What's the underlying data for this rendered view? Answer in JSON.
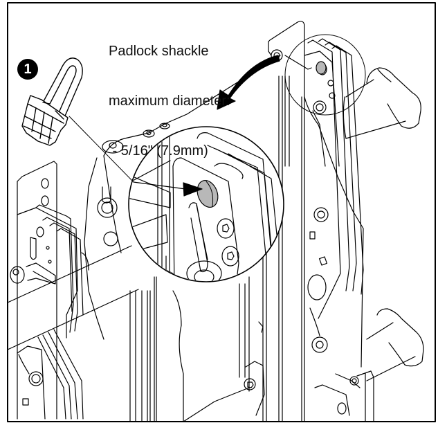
{
  "figure": {
    "title": "Padlock installation illustration",
    "caption": {
      "line1": "Padlock shackle",
      "line2": "maximum diameter:",
      "line3": " - 5/16\" (7.9mm)"
    },
    "step_number": "1",
    "callout": {
      "target": "padlock hole",
      "highlight_color": "#b8b8b8"
    },
    "colors": {
      "line": "#000000",
      "background": "#ffffff"
    }
  }
}
